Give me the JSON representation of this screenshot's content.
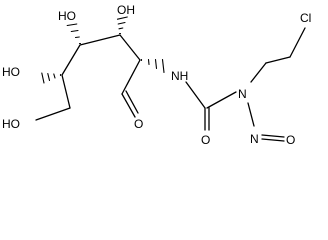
{
  "molecule": {
    "atoms": {
      "oh_top_left": "HO",
      "oh_top_right": "OH",
      "oh_mid_left": "HO",
      "oh_bottom_left": "HO",
      "aldehyde_o": "O",
      "amide_nh": "NH",
      "urea_o": "O",
      "urea_n": "N",
      "nitroso_n": "N",
      "nitroso_o": "O",
      "chlorine": "Cl"
    }
  }
}
